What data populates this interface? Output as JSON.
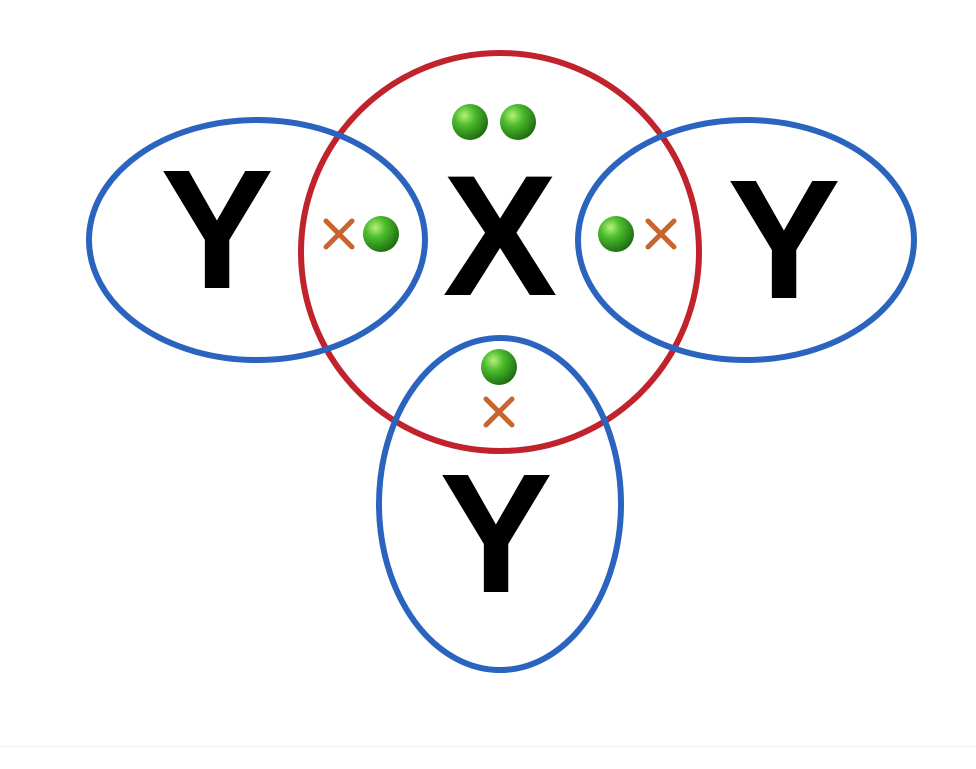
{
  "diagram": {
    "central_atom": {
      "symbol": "X",
      "ring_color": "#c0232c"
    },
    "outer_atoms": [
      {
        "position": "left",
        "symbol": "Y",
        "ring_color": "#2b64bf"
      },
      {
        "position": "right",
        "symbol": "Y",
        "ring_color": "#2b64bf"
      },
      {
        "position": "bottom",
        "symbol": "Y",
        "ring_color": "#2b64bf"
      }
    ],
    "electron_marks": {
      "dot": {
        "icon": "green-dot-electron-icon",
        "color": "#3aa52a"
      },
      "cross": {
        "icon": "orange-cross-electron-icon",
        "color": "#c8642d"
      }
    },
    "lone_pair_count": 1,
    "shared_pair_count": 3
  }
}
